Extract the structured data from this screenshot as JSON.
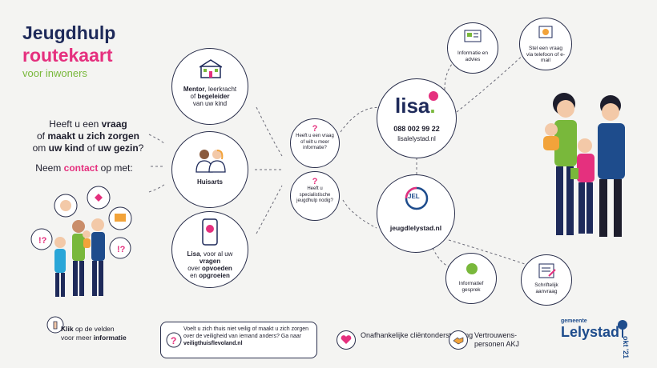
{
  "title": {
    "line1": "Jeugdhulp",
    "line2": "routekaart",
    "line3": "voor inwoners"
  },
  "question": {
    "p1": "Heeft u een ",
    "p1b": "vraag",
    "p2": "of ",
    "p2b": "maakt u zich zorgen",
    "p3": "om ",
    "p3b": "uw kind",
    "p3c": " of ",
    "p3d": "uw gezin",
    "p3e": "?",
    "contact_a": "Neem ",
    "contact_b": "contact",
    "contact_c": " op met:"
  },
  "contacts": {
    "mentor": {
      "a": "Mentor",
      "b": ", leerkracht",
      "c": "of ",
      "d": "begeleider",
      "e": "van uw kind"
    },
    "huisarts": "Huisarts",
    "lisa": {
      "a": "Lisa",
      "b": ", voor al uw ",
      "c": "vragen",
      "d": "over ",
      "e": "opvoeden",
      "f": "en ",
      "g": "opgroeien"
    }
  },
  "bubbles": {
    "q1": {
      "mark": "?",
      "text": "Heeft u een vraag of wilt u meer informatie?"
    },
    "q2": {
      "mark": "?",
      "text": "Heeft u specialistische jeugdhulp nodig?"
    }
  },
  "lisa_center": {
    "logo": "lisa",
    "logo_dot": ".",
    "phone": "088 002 99 22",
    "site": "lisalelystad.nl"
  },
  "jel_center": {
    "logo": "JEL",
    "site": "jeugdlelystad.nl"
  },
  "services": {
    "info": "Informatie en advies",
    "vraag": "Stel een vraag via telefoon of e-mail",
    "gesprek": "Informatief gesprek",
    "aanvraag": "Schriftelijk aanvraag"
  },
  "footer": {
    "klik_a": "Klik",
    "klik_b": " op de velden",
    "klik_c": "voor meer ",
    "klik_d": "informatie",
    "veilig_a": "Voelt u zich thuis niet veilig of maakt u zich zorgen over de veiligheid van iemand anders? Ga naar ",
    "veilig_b": "veiligthuisflevoland.nl",
    "onafh": "Onafhankelijke cliëntondersteuning",
    "vertr": "Vertrouwens-personen AKJ"
  },
  "brand": {
    "gemeente": "gemeente",
    "name": "Lelystad",
    "date": "okt '21"
  },
  "colors": {
    "navy": "#1e2a5a",
    "pink": "#e5307e",
    "green": "#79b83b",
    "blue": "#1e4c8c"
  }
}
